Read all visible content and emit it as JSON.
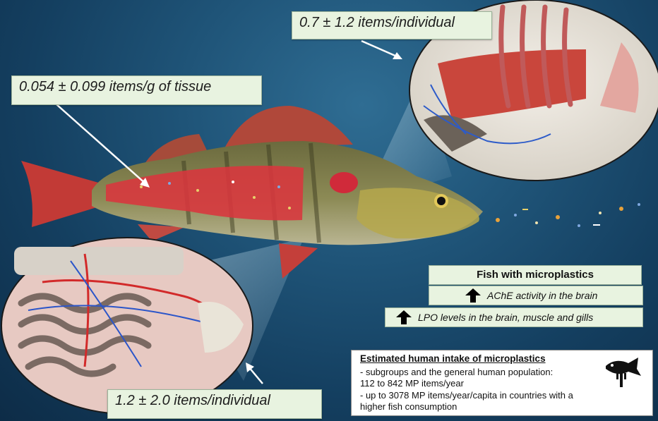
{
  "annotations": {
    "gills": "0.7 ± 1.2 items/individual",
    "muscle": "0.054 ± 0.099 items/g of tissue",
    "gut": "1.2 ± 2.0 items/individual"
  },
  "effects": {
    "title": "Fish with microplastics",
    "items": [
      "AChE activity in the brain",
      "LPO levels in the brain, muscle and gills"
    ]
  },
  "intake": {
    "title": "Estimated human intake of microplastics",
    "line1": "- subgroups and the general human population:",
    "line2": "112 to 842 MP items/year",
    "line3": "- up to 3078 MP items/year/capita in countries with a",
    "line4": "higher fish consumption"
  },
  "colors": {
    "background": "#1f5478",
    "label_fill": "#e8f3e0",
    "tissue_red": "#d9363e"
  },
  "icons": [
    "up-arrow-icon",
    "fish-fork-icon"
  ]
}
